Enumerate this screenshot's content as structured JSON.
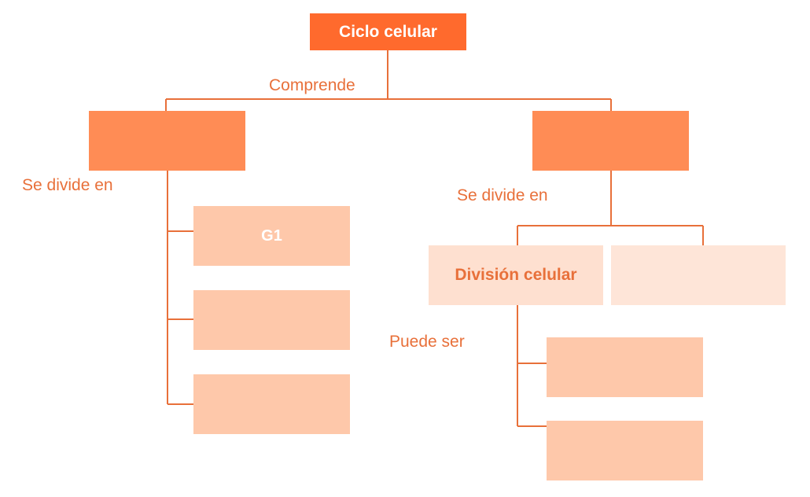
{
  "diagram": {
    "root": {
      "label": "Ciclo celular"
    },
    "connector_labels": {
      "comprende": "Comprende",
      "se_divide_en_left": "Se divide en",
      "se_divide_en_right": "Se divide en",
      "puede_ser": "Puede ser"
    },
    "left_branch": {
      "label": "",
      "phases": [
        {
          "label": "G1"
        },
        {
          "label": ""
        },
        {
          "label": ""
        }
      ]
    },
    "right_branch": {
      "label": "",
      "children": [
        {
          "label": "División celular"
        },
        {
          "label": ""
        }
      ],
      "division_types": [
        {
          "label": ""
        },
        {
          "label": ""
        }
      ]
    }
  },
  "colors": {
    "root_fill": "#ff6a2d",
    "level1_fill": "#ff8c55",
    "phase_fill": "#fec8aa",
    "division_fill": "#fee0d0",
    "line_color": "#e8703a",
    "text_accent": "#e8703a"
  }
}
